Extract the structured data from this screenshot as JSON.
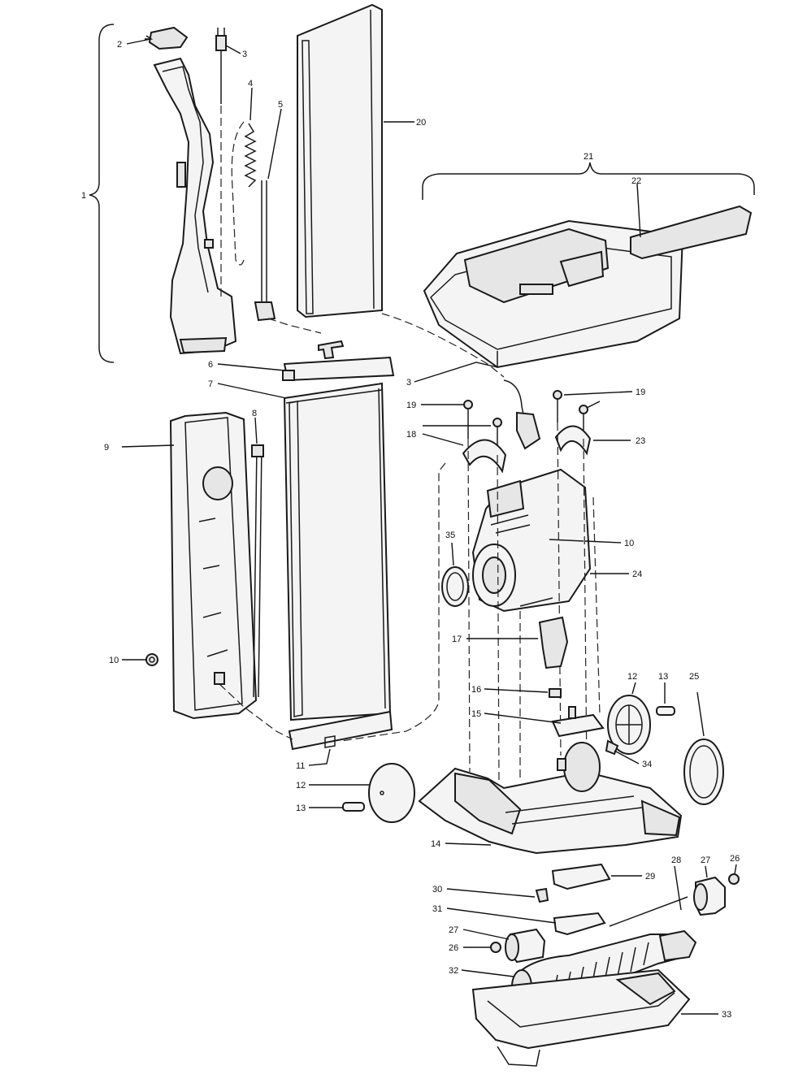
{
  "labels": {
    "l1": "1",
    "l2": "2",
    "l3a": "3",
    "l4": "4",
    "l5": "5",
    "l6": "6",
    "l7": "7",
    "l8": "8",
    "l9": "9",
    "l10a": "10",
    "l10b": "10",
    "l11": "11",
    "l12a": "12",
    "l12b": "12",
    "l13a": "13",
    "l13b": "13",
    "l14": "14",
    "l15": "15",
    "l16": "16",
    "l17": "17",
    "l18": "18",
    "l19a": "19",
    "l19b": "19",
    "l20": "20",
    "l21": "21",
    "l22": "22",
    "l23": "23",
    "l24": "24",
    "l25": "25",
    "l26a": "26",
    "l26b": "26",
    "l27a": "27",
    "l27b": "27",
    "l28": "28",
    "l29": "29",
    "l30": "30",
    "l31": "31",
    "l32": "32",
    "l33": "33",
    "l34": "34",
    "l35": "35",
    "l3b": "3"
  }
}
